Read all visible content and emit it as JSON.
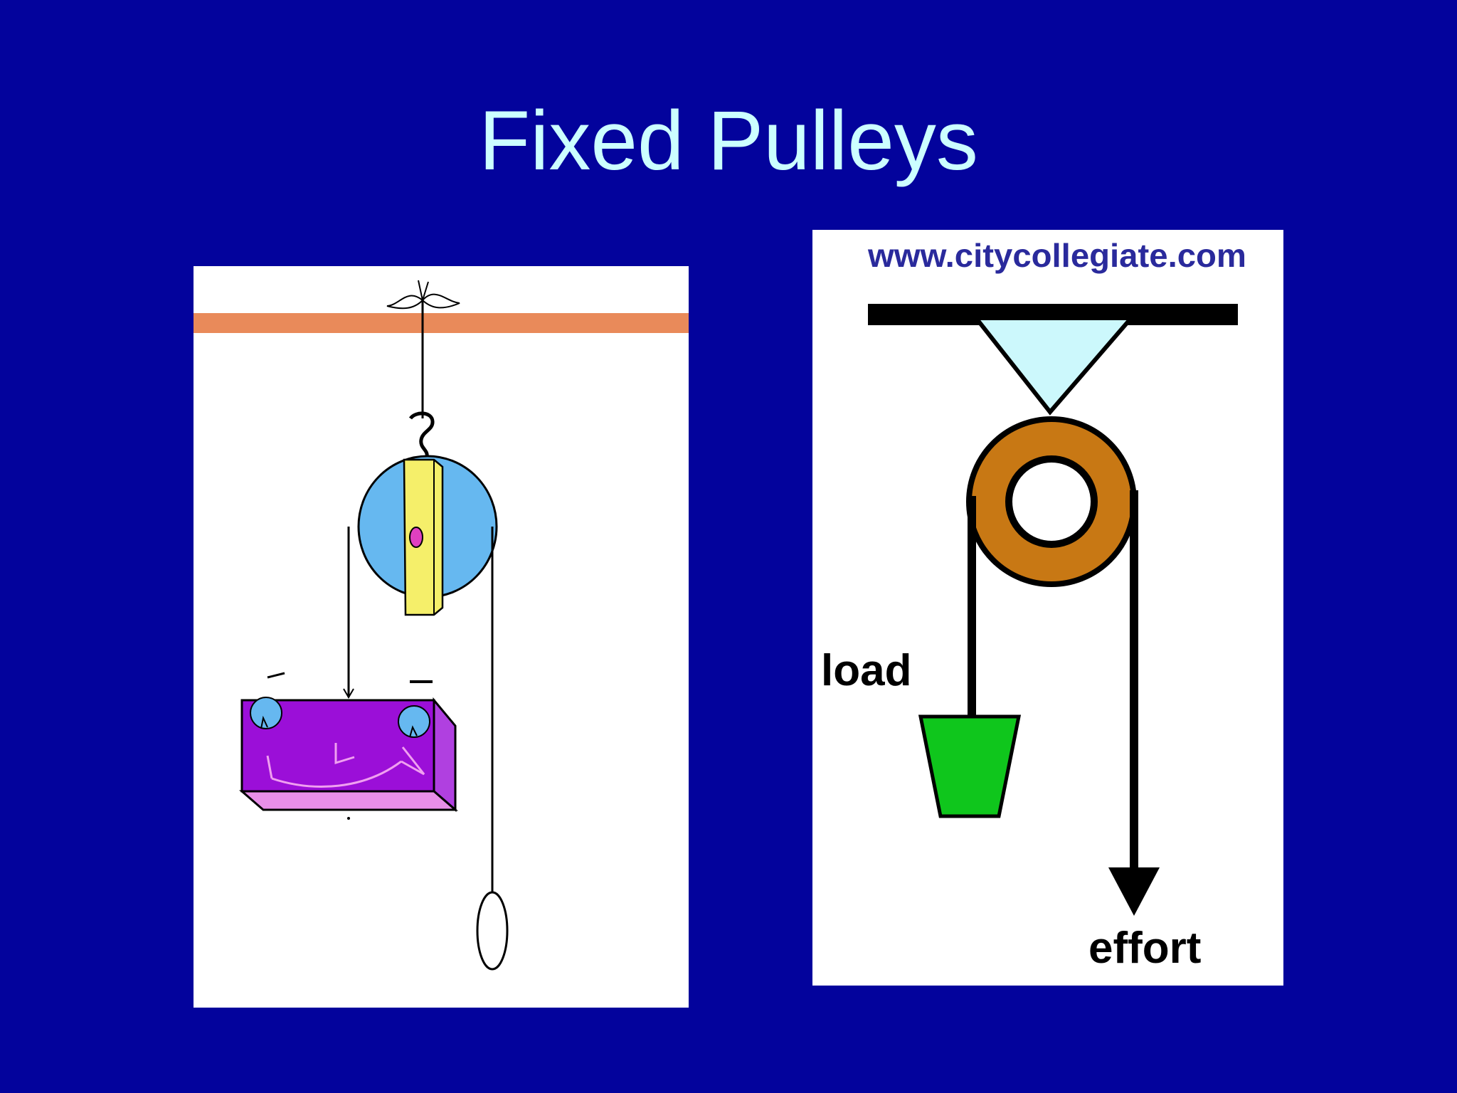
{
  "slide": {
    "title": "Fixed Pulleys"
  },
  "left_illustration": {
    "description_icon": "fixed-pulley-cartoon"
  },
  "right_diagram": {
    "watermark": "www.citycollegiate.com",
    "load_label": "load",
    "effort_label": "effort"
  },
  "colors": {
    "background": "#03039c",
    "title": "#ccffff",
    "beam": "#e98a5a",
    "wheel_left": "#66b8f0",
    "bracket": "#f5ef6a",
    "box_front": "#9b0fd8",
    "box_bottom": "#e88fe8",
    "wheel_right": "#c87814",
    "anchor": "#ccf8fc",
    "bucket": "#0fc61c",
    "watermark": "#2a2a9c"
  }
}
